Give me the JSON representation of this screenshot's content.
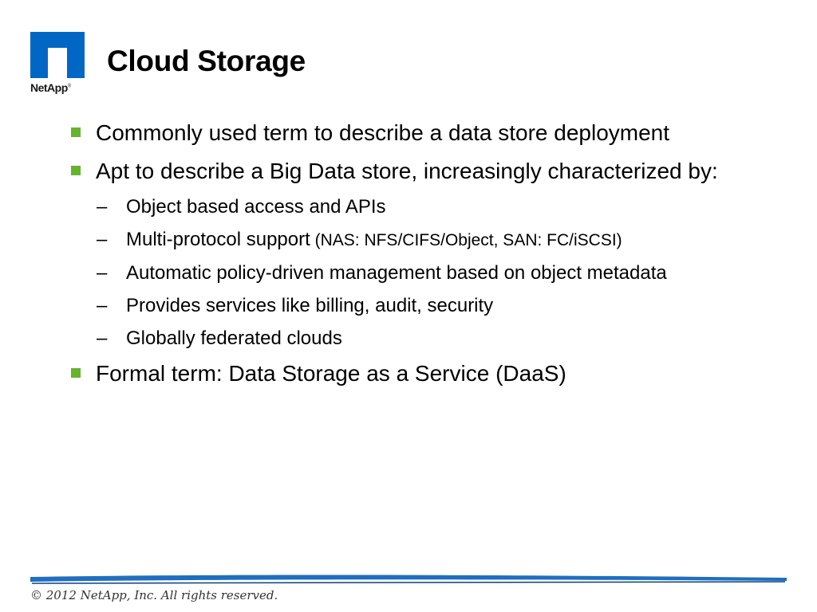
{
  "logo": {
    "text": "NetApp"
  },
  "title": "Cloud Storage",
  "bullets": [
    {
      "text": "Commonly used term to describe a data store deployment"
    },
    {
      "text": "Apt to describe a Big Data store, increasingly characterized by:",
      "subitems": [
        {
          "text": "Object based access and APIs"
        },
        {
          "text": "Multi-protocol support",
          "small": " (NAS: NFS/CIFS/Object, SAN: FC/iSCSI)"
        },
        {
          "text": "Automatic policy-driven management based on object metadata"
        },
        {
          "text": "Provides services like billing, audit, security"
        },
        {
          "text": "Globally federated clouds"
        }
      ]
    },
    {
      "text": "Formal term: Data Storage as a Service (DaaS)"
    }
  ],
  "footer": {
    "copyright": "© 2012 NetApp, Inc. All rights reserved."
  },
  "colors": {
    "logo_blue": "#0067c5",
    "bullet_green": "#66b32e",
    "footer_line_blue": "#1e6fc0"
  },
  "icons": {
    "logo": "netapp-logo-icon",
    "bullet": "square-bullet-icon",
    "dash": "dash-bullet-icon"
  }
}
